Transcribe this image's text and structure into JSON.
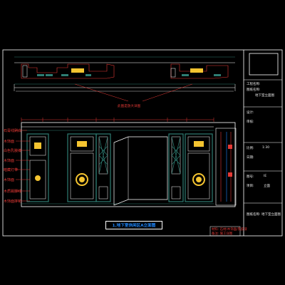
{
  "drawing": {
    "title": "1.地下室休闲区A立面图",
    "section_note": "此图是放大详图",
    "colors": {
      "background": "#000000",
      "frame": "#ffffff",
      "outline_red": "#e53935",
      "panel_green": "#2e7d73",
      "accent_yellow": "#f4c430",
      "text_blue": "#1e88ff",
      "text_white": "#e9e9e9"
    },
    "left_annotations": [
      "石膏线刷白",
      "木饰面",
      "白色乳胶漆",
      "木饰面",
      "暗藏灯带",
      "木饰面",
      "木质踢脚线",
      "木饰面拼花"
    ],
    "title_block": {
      "project_label": "工程名称:",
      "drawing_label": "图纸名称:",
      "drawing_value": "地下室立面图",
      "design_label": "设计:",
      "check_label": "审核:",
      "scale_label": "比例:",
      "scale_value": "1:30",
      "date_label": "日期:",
      "no_label": "图号:",
      "no_value": "IE",
      "sheet_label": "项目:",
      "sheet_value": "立面",
      "bottom_label": "图纸名称: 地下室立面图"
    },
    "materials": {
      "line1_label": "材料:",
      "line1_value": "石材/木饰面/乳胶漆",
      "line2_label": "备注:",
      "line2_value": "施工详图"
    }
  }
}
